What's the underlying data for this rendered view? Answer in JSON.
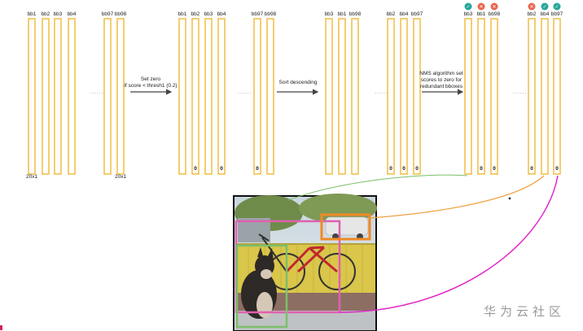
{
  "stages": [
    {
      "id": "s1",
      "labels": [
        "bb1",
        "bb2",
        "bb3",
        "bb4",
        "bb97",
        "bb98"
      ],
      "zeros": [
        "",
        "",
        "",
        "",
        "",
        ""
      ],
      "badges": []
    },
    {
      "id": "s2",
      "labels": [
        "bb1",
        "bb2",
        "bb3",
        "bb4",
        "bb97",
        "bb98"
      ],
      "zeros": [
        "",
        "0",
        "",
        "0",
        "0",
        ""
      ],
      "badges": []
    },
    {
      "id": "s3",
      "labels": [
        "bb3",
        "bb1",
        "bb98",
        "bb2",
        "bb4",
        "bb97"
      ],
      "zeros": [
        "",
        "",
        "",
        "0",
        "0",
        "0"
      ],
      "badges": []
    },
    {
      "id": "s4",
      "labels": [
        "bb3",
        "bb1",
        "bb98",
        "bb2",
        "bb4",
        "bb97"
      ],
      "zeros": [
        "",
        "0",
        "0",
        "0",
        "",
        "0"
      ],
      "badges": [
        "keep",
        "discard",
        "discard",
        "discard",
        "keep",
        "keep"
      ]
    }
  ],
  "ellipsis": "......",
  "dim_labels": {
    "left": "20x1",
    "right": "20x1"
  },
  "steps": {
    "step1": [
      "Set zero",
      "if score < thresh1 (0.2)"
    ],
    "step2": [
      "Sort descending"
    ],
    "step3": [
      "NMS algorithm set",
      "scores to zero for",
      "redundant bboxes"
    ]
  },
  "badge_glyphs": {
    "keep": "✓",
    "discard": "✕"
  },
  "colors": {
    "box_stroke": "#f2c14e",
    "keep_badge": "#26a69a",
    "discard_badge": "#e8664f",
    "green_curve": "#7cbf6a",
    "orange_curve": "#f0a040",
    "magenta_curve": "#e020c8",
    "photo_frame": "#111111"
  },
  "icons": {
    "keep": "check-icon",
    "discard": "cross-icon"
  },
  "watermark": "华为云社区"
}
